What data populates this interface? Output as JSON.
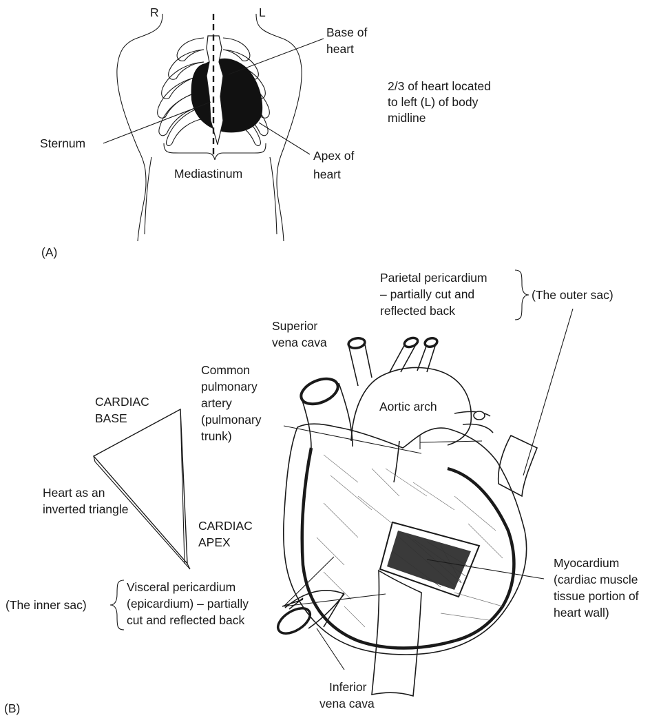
{
  "panel_a": {
    "side_right": "R",
    "side_left": "L",
    "base_of_heart": [
      "Base of",
      "heart"
    ],
    "sternum": "Sternum",
    "apex_of_heart": [
      "Apex of",
      "heart"
    ],
    "mediastinum": "Mediastinum",
    "note": [
      "2/3 of heart located",
      "to left (L) of body",
      "midline"
    ],
    "panel_label": "(A)"
  },
  "panel_b": {
    "parietal_pericardium": [
      "Parietal pericardium",
      "– partially cut and",
      "reflected back"
    ],
    "outer_sac": "(The outer sac)",
    "superior_vena_cava": [
      "Superior",
      "vena cava"
    ],
    "common_pulmonary_artery": [
      "Common",
      "pulmonary",
      "artery",
      "(pulmonary",
      "trunk)"
    ],
    "aortic_arch": "Aortic arch",
    "cardiac_base": [
      "CARDIAC",
      "BASE"
    ],
    "inverted_triangle": [
      "Heart as an",
      "inverted triangle"
    ],
    "cardiac_apex": [
      "CARDIAC",
      "APEX"
    ],
    "myocardium": [
      "Myocardium",
      "(cardiac muscle",
      "tissue portion of",
      "heart wall)"
    ],
    "inner_sac": "(The inner sac)",
    "visceral_pericardium": [
      "Visceral pericardium",
      "(epicardium) – partially",
      "cut and reflected back"
    ],
    "inferior_vena_cava": [
      "Inferior",
      "vena cava"
    ],
    "panel_label": "(B)"
  }
}
